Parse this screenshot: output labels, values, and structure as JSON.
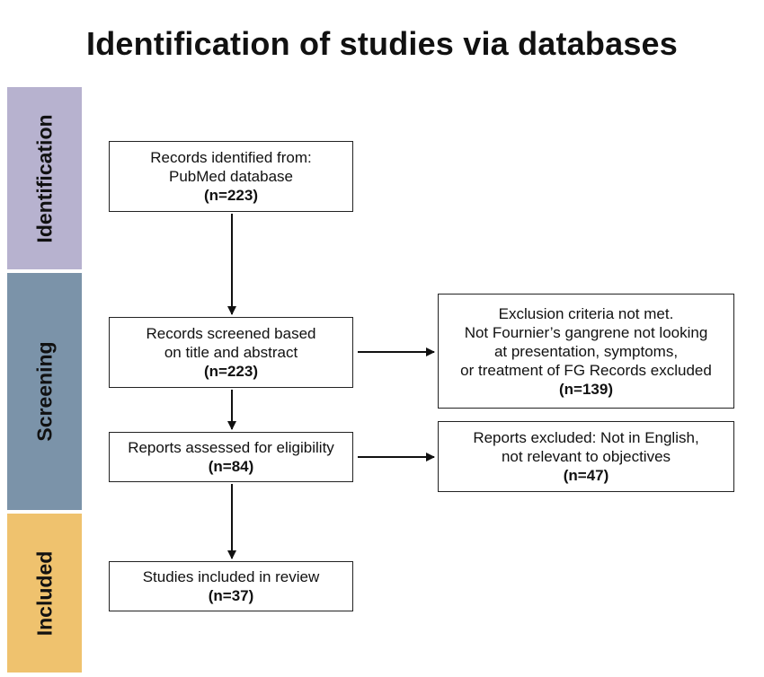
{
  "title": "Identification of studies via databases",
  "phases": [
    {
      "label": "Identification",
      "color": "#B7B2CF"
    },
    {
      "label": "Screening",
      "color": "#7B93A9"
    },
    {
      "label": "Included",
      "color": "#EFC26E"
    }
  ],
  "boxes": {
    "records_identified": {
      "lines": [
        "Records identified from:",
        "PubMed database"
      ],
      "count": "(n=223)"
    },
    "records_screened": {
      "lines": [
        "Records screened based",
        "on title and abstract"
      ],
      "count": "(n=223)"
    },
    "exclusion_criteria": {
      "lines": [
        "Exclusion criteria not met.",
        "Not Fournier’s gangrene not looking",
        "at presentation, symptoms,",
        "or treatment of FG Records excluded"
      ],
      "count": "(n=139)"
    },
    "reports_assessed": {
      "lines": [
        "Reports assessed for eligibility"
      ],
      "count": "(n=84)"
    },
    "reports_excluded": {
      "lines": [
        "Reports excluded: Not in English,",
        "not relevant to objectives"
      ],
      "count": "(n=47)"
    },
    "studies_included": {
      "lines": [
        "Studies included in review"
      ],
      "count": "(n=37)"
    }
  }
}
